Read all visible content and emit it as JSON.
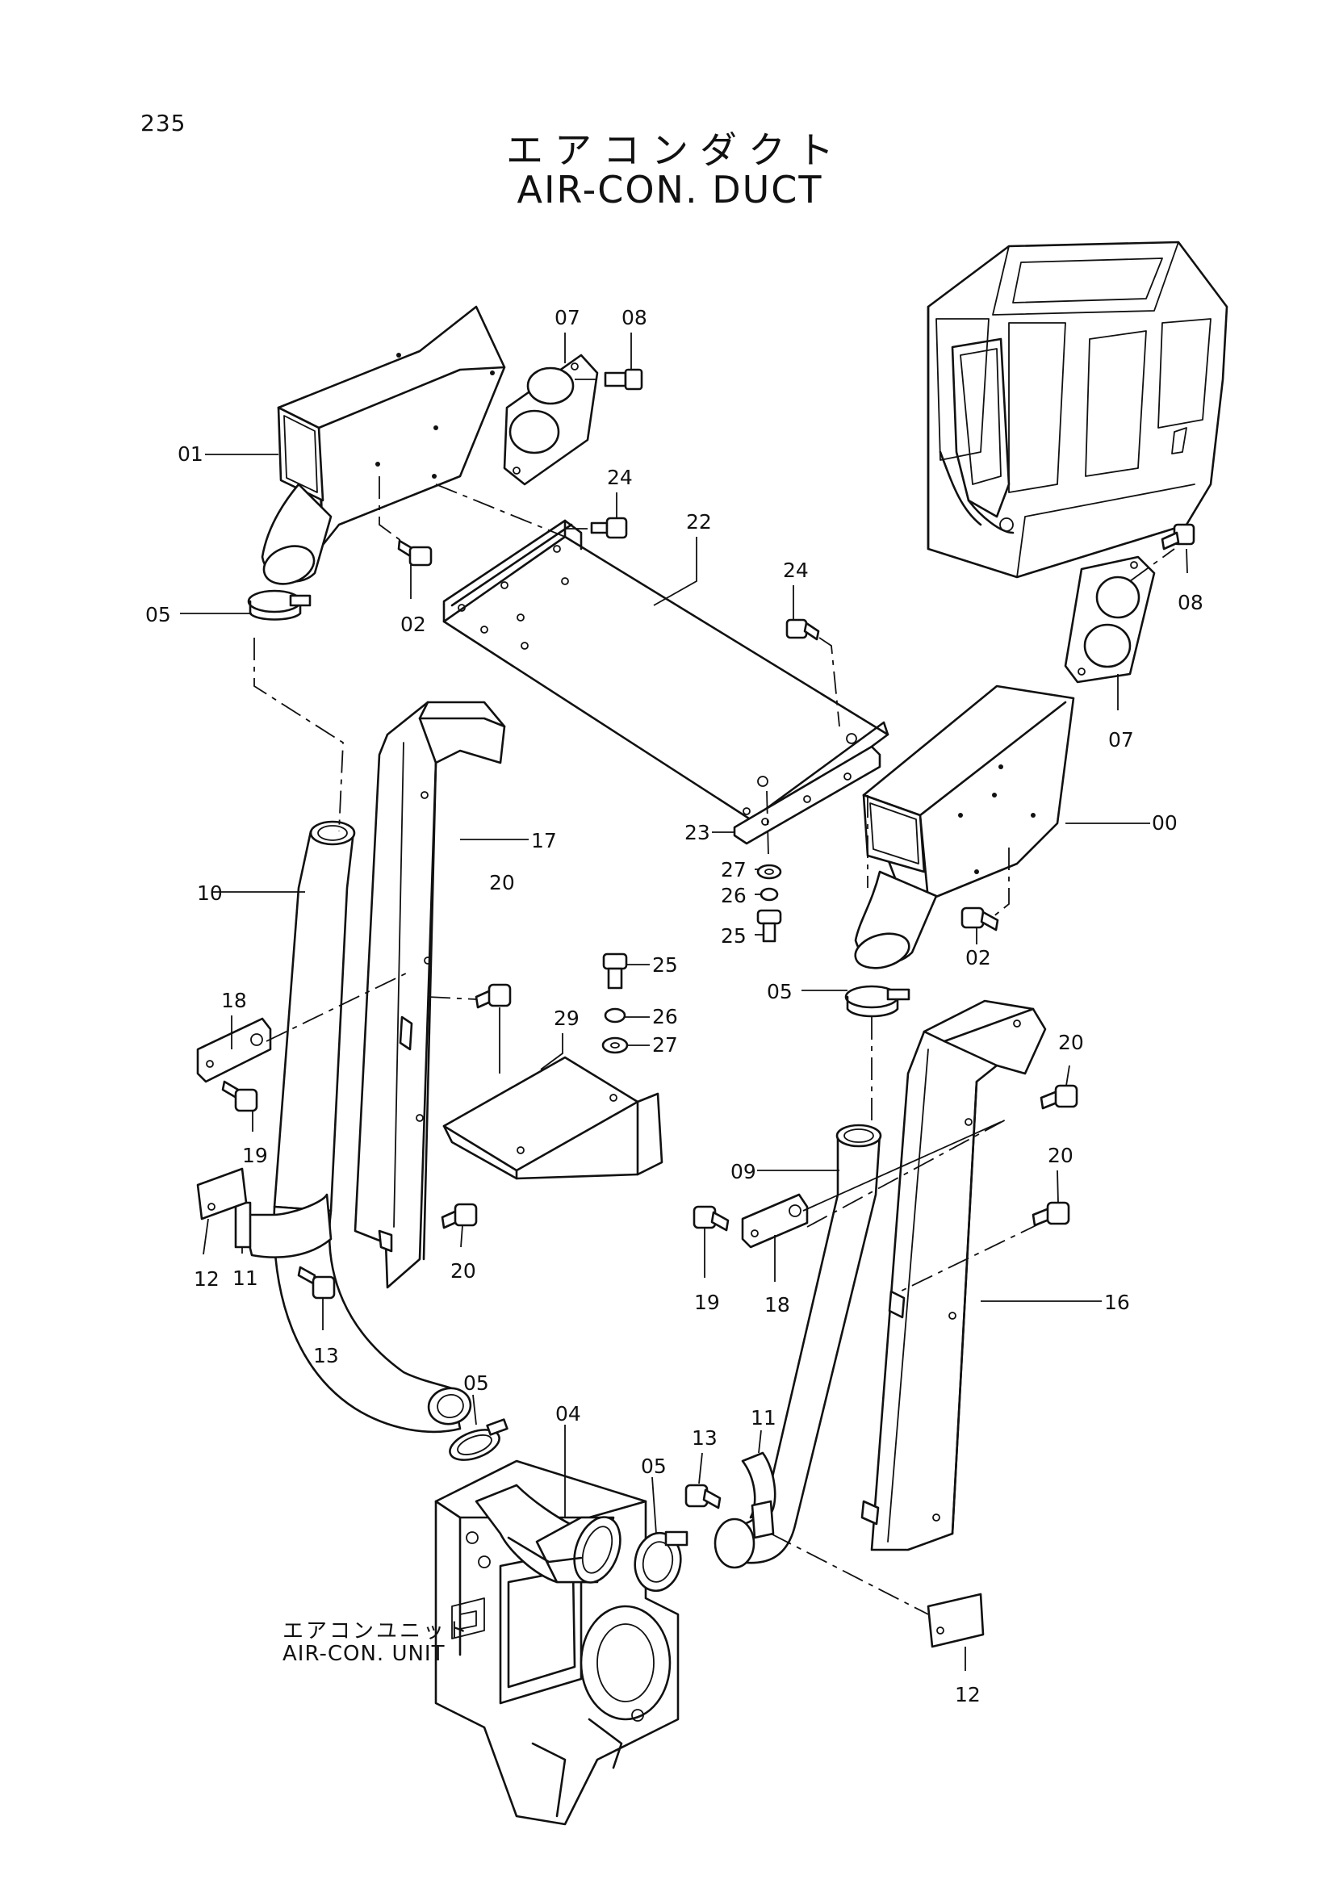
{
  "page": {
    "number": "235",
    "title_jp": "エアコンダクト",
    "title_en": "AIR-CON. DUCT"
  },
  "unit_label": {
    "jp": "エアコンユニット",
    "en": "AIR-CON. UNIT"
  },
  "callouts": [
    {
      "id": "c01",
      "text": "01"
    },
    {
      "id": "c02a",
      "text": "02"
    },
    {
      "id": "c02b",
      "text": "02"
    },
    {
      "id": "c00",
      "text": "00"
    },
    {
      "id": "c04",
      "text": "04"
    },
    {
      "id": "c05a",
      "text": "05"
    },
    {
      "id": "c05b",
      "text": "05"
    },
    {
      "id": "c05c",
      "text": "05"
    },
    {
      "id": "c05d",
      "text": "05"
    },
    {
      "id": "c07a",
      "text": "07"
    },
    {
      "id": "c07b",
      "text": "07"
    },
    {
      "id": "c08a",
      "text": "08"
    },
    {
      "id": "c08b",
      "text": "08"
    },
    {
      "id": "c09",
      "text": "09"
    },
    {
      "id": "c10",
      "text": "10"
    },
    {
      "id": "c11a",
      "text": "11"
    },
    {
      "id": "c11b",
      "text": "11"
    },
    {
      "id": "c12a",
      "text": "12"
    },
    {
      "id": "c12b",
      "text": "12"
    },
    {
      "id": "c13a",
      "text": "13"
    },
    {
      "id": "c13b",
      "text": "13"
    },
    {
      "id": "c16",
      "text": "16"
    },
    {
      "id": "c17",
      "text": "17"
    },
    {
      "id": "c18a",
      "text": "18"
    },
    {
      "id": "c18b",
      "text": "18"
    },
    {
      "id": "c19a",
      "text": "19"
    },
    {
      "id": "c19b",
      "text": "19"
    },
    {
      "id": "c20a",
      "text": "20"
    },
    {
      "id": "c20b",
      "text": "20"
    },
    {
      "id": "c20c",
      "text": "20"
    },
    {
      "id": "c20d",
      "text": "20"
    },
    {
      "id": "c22",
      "text": "22"
    },
    {
      "id": "c23",
      "text": "23"
    },
    {
      "id": "c24a",
      "text": "24"
    },
    {
      "id": "c24b",
      "text": "24"
    },
    {
      "id": "c25a",
      "text": "25"
    },
    {
      "id": "c25b",
      "text": "25"
    },
    {
      "id": "c26a",
      "text": "26"
    },
    {
      "id": "c26b",
      "text": "26"
    },
    {
      "id": "c27a",
      "text": "27"
    },
    {
      "id": "c27b",
      "text": "27"
    },
    {
      "id": "c29",
      "text": "29"
    }
  ]
}
